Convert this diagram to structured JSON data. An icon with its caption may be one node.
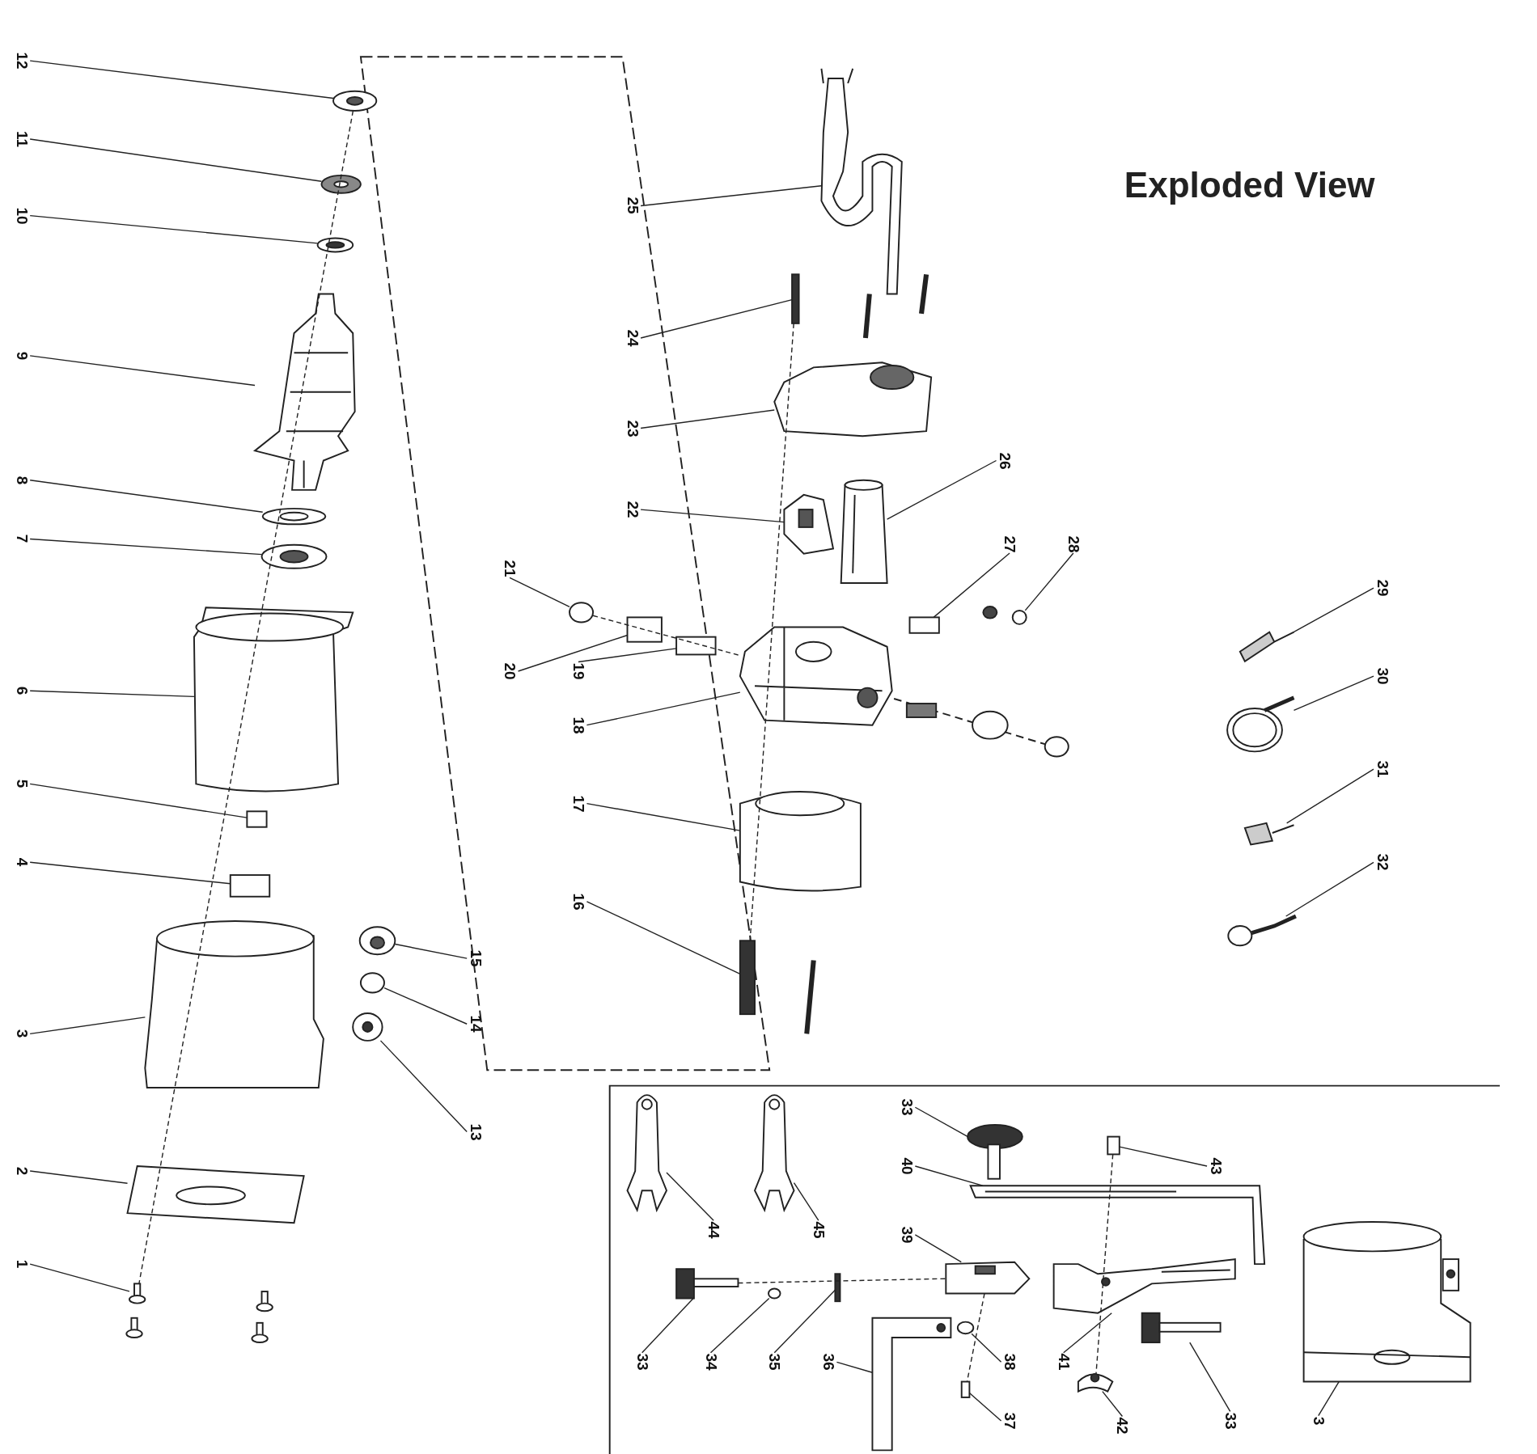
{
  "diagram": {
    "title": "Exploded View",
    "nodes": [
      {
        "text": [
          "12"
        ]
      },
      {
        "text": [
          "11"
        ]
      },
      {
        "text": [
          "10"
        ]
      },
      {
        "text": [
          "9"
        ]
      },
      {
        "text": [
          "8"
        ]
      },
      {
        "text": [
          "7"
        ]
      },
      {
        "text": [
          "6"
        ]
      },
      {
        "text": [
          "5"
        ]
      },
      {
        "text": [
          "4"
        ]
      },
      {
        "text": [
          "3"
        ]
      },
      {
        "text": [
          "2"
        ]
      },
      {
        "text": [
          "1"
        ]
      },
      {
        "text": [
          "15"
        ]
      },
      {
        "text": [
          "14"
        ]
      },
      {
        "text": [
          "13"
        ]
      },
      {
        "text": [
          "25"
        ]
      },
      {
        "text": [
          "24"
        ]
      },
      {
        "text": [
          "23"
        ]
      },
      {
        "text": [
          "22"
        ]
      },
      {
        "text": [
          "21"
        ]
      },
      {
        "text": [
          "20"
        ]
      },
      {
        "text": [
          "19"
        ]
      },
      {
        "text": [
          "18"
        ]
      },
      {
        "text": [
          "17"
        ]
      },
      {
        "text": [
          "16"
        ]
      },
      {
        "text": [
          "26"
        ]
      },
      {
        "text": [
          "27"
        ]
      },
      {
        "text": [
          "28"
        ]
      },
      {
        "text": [
          "29"
        ]
      },
      {
        "text": [
          "30"
        ]
      },
      {
        "text": [
          "31"
        ]
      },
      {
        "text": [
          "32"
        ]
      },
      {
        "text": [
          "33"
        ]
      },
      {
        "text": [
          "40"
        ]
      },
      {
        "text": [
          "43"
        ]
      },
      {
        "text": [
          "39"
        ]
      },
      {
        "text": [
          "44"
        ]
      },
      {
        "text": [
          "45"
        ]
      },
      {
        "text": [
          "33"
        ]
      },
      {
        "text": [
          "34"
        ]
      },
      {
        "text": [
          "35"
        ]
      },
      {
        "text": [
          "36"
        ]
      },
      {
        "text": [
          "38"
        ]
      },
      {
        "text": [
          "41"
        ]
      },
      {
        "text": [
          "37"
        ]
      },
      {
        "text": [
          "42"
        ]
      },
      {
        "text": [
          "33"
        ]
      },
      {
        "text": [
          "3"
        ]
      },
      {
        "text": [],
        "shape": "picture"
      },
      {
        "text": [],
        "shape": "picture"
      },
      {
        "text": [],
        "shape": "picture"
      },
      {
        "text": [],
        "shape": "picture"
      },
      {
        "text": [],
        "shape": "picture"
      },
      {
        "text": [],
        "shape": "picture"
      },
      {
        "text": [],
        "shape": "picture"
      },
      {
        "text": [],
        "shape": "box"
      },
      {
        "text": [],
        "shape": "box"
      },
      {
        "text": [],
        "shape": "picture"
      },
      {
        "text": [],
        "shape": "picture"
      },
      {
        "text": [],
        "shape": "picture"
      },
      {
        "text": [],
        "shape": "picture"
      },
      {
        "text": [],
        "shape": "circle"
      },
      {
        "text": [],
        "shape": "picture"
      },
      {
        "text": [],
        "shape": "picture"
      },
      {
        "text": [],
        "shape": "bar"
      },
      {
        "text": [],
        "shape": "picture"
      },
      {
        "text": [],
        "shape": "picture"
      },
      {
        "text": [],
        "shape": "circle"
      },
      {
        "text": [],
        "shape": "box"
      },
      {
        "text": [],
        "shape": "box"
      },
      {
        "text": [],
        "shape": "picture"
      },
      {
        "text": [],
        "shape": "picture"
      },
      {
        "text": [],
        "shape": "bar"
      },
      {
        "text": [],
        "shape": "picture"
      },
      {
        "text": [],
        "shape": "box"
      },
      {
        "text": [],
        "shape": "circle"
      },
      {
        "text": [],
        "shape": "picture"
      },
      {
        "text": [],
        "shape": "picture"
      },
      {
        "text": [],
        "shape": "picture"
      },
      {
        "text": [],
        "shape": "picture"
      },
      {
        "text": [],
        "shape": "picture"
      },
      {
        "text": [],
        "shape": "picture"
      },
      {
        "text": [],
        "shape": "box"
      },
      {
        "text": [],
        "shape": "picture"
      },
      {
        "text": [],
        "shape": "picture"
      },
      {
        "text": [],
        "shape": "picture"
      },
      {
        "text": [],
        "shape": "picture"
      },
      {
        "text": [],
        "shape": "circle"
      },
      {
        "text": [],
        "shape": "bar"
      },
      {
        "text": [],
        "shape": "picture"
      },
      {
        "text": [],
        "shape": "circle"
      },
      {
        "text": [],
        "shape": "picture"
      },
      {
        "text": [],
        "shape": "box"
      },
      {
        "text": [],
        "shape": "picture"
      },
      {
        "text": [],
        "shape": "picture"
      },
      {
        "text": [],
        "shape": "picture"
      }
    ],
    "edges": [
      {
        "from": 0,
        "to": 48,
        "arrow": "none"
      },
      {
        "from": 1,
        "to": 49,
        "arrow": "none"
      },
      {
        "from": 2,
        "to": 50,
        "arrow": "none"
      },
      {
        "from": 3,
        "to": 51,
        "arrow": "none"
      },
      {
        "from": 4,
        "to": 52,
        "arrow": "none"
      },
      {
        "from": 5,
        "to": 53,
        "arrow": "none"
      },
      {
        "from": 6,
        "to": 54,
        "arrow": "none"
      },
      {
        "from": 7,
        "to": 55,
        "arrow": "none"
      },
      {
        "from": 8,
        "to": 56,
        "arrow": "none"
      },
      {
        "from": 9,
        "to": 57,
        "arrow": "none"
      },
      {
        "from": 10,
        "to": 58,
        "arrow": "none"
      },
      {
        "from": 11,
        "to": 59,
        "arrow": "none"
      },
      {
        "from": 12,
        "to": 60,
        "arrow": "none"
      },
      {
        "from": 13,
        "to": 61,
        "arrow": "none"
      },
      {
        "from": 14,
        "to": 62,
        "arrow": "none"
      },
      {
        "from": 15,
        "to": 63,
        "arrow": "none"
      },
      {
        "from": 16,
        "to": 64,
        "arrow": "none"
      },
      {
        "from": 17,
        "to": 65,
        "arrow": "none"
      },
      {
        "from": 18,
        "to": 66,
        "arrow": "none"
      },
      {
        "from": 19,
        "to": 67,
        "arrow": "none"
      },
      {
        "from": 20,
        "to": 68,
        "arrow": "none"
      },
      {
        "from": 21,
        "to": 69,
        "arrow": "none"
      },
      {
        "from": 22,
        "to": 70,
        "arrow": "none"
      },
      {
        "from": 23,
        "to": 71,
        "arrow": "none"
      },
      {
        "from": 24,
        "to": 72,
        "arrow": "none"
      },
      {
        "from": 25,
        "to": 73,
        "arrow": "none"
      },
      {
        "from": 26,
        "to": 74,
        "arrow": "none"
      },
      {
        "from": 27,
        "to": 75,
        "arrow": "none"
      },
      {
        "from": 28,
        "to": 76,
        "arrow": "none"
      },
      {
        "from": 29,
        "to": 77,
        "arrow": "none"
      },
      {
        "from": 30,
        "to": 78,
        "arrow": "none"
      },
      {
        "from": 31,
        "to": 79,
        "arrow": "none"
      },
      {
        "from": 32,
        "to": 80,
        "arrow": "none"
      },
      {
        "from": 33,
        "to": 81,
        "arrow": "none"
      },
      {
        "from": 34,
        "to": 82,
        "arrow": "none"
      },
      {
        "from": 35,
        "to": 83,
        "arrow": "none"
      },
      {
        "from": 36,
        "to": 84,
        "arrow": "none"
      },
      {
        "from": 37,
        "to": 85,
        "arrow": "none"
      },
      {
        "from": 38,
        "to": 86,
        "arrow": "none"
      },
      {
        "from": 39,
        "to": 87,
        "arrow": "none"
      },
      {
        "from": 40,
        "to": 88,
        "arrow": "none"
      },
      {
        "from": 41,
        "to": 89,
        "arrow": "none"
      },
      {
        "from": 42,
        "to": 90,
        "arrow": "none"
      },
      {
        "from": 43,
        "to": 91,
        "arrow": "none"
      },
      {
        "from": 44,
        "to": 92,
        "arrow": "none"
      },
      {
        "from": 45,
        "to": 93,
        "arrow": "none"
      },
      {
        "from": 46,
        "to": 94,
        "arrow": "none"
      },
      {
        "from": 47,
        "to": 95,
        "arrow": "none"
      },
      {
        "from": 48,
        "to": 59,
        "arrow": "none",
        "style": "dashed"
      },
      {
        "from": 64,
        "to": 72,
        "arrow": "none",
        "style": "dashed"
      },
      {
        "from": 67,
        "to": 70,
        "arrow": "none",
        "style": "dashed"
      },
      {
        "from": 82,
        "to": 93,
        "arrow": "none",
        "style": "dashed"
      },
      {
        "from": 86,
        "to": 83,
        "arrow": "none",
        "style": "dashed"
      },
      {
        "from": 83,
        "to": 92,
        "arrow": "none",
        "style": "dashed"
      }
    ]
  }
}
